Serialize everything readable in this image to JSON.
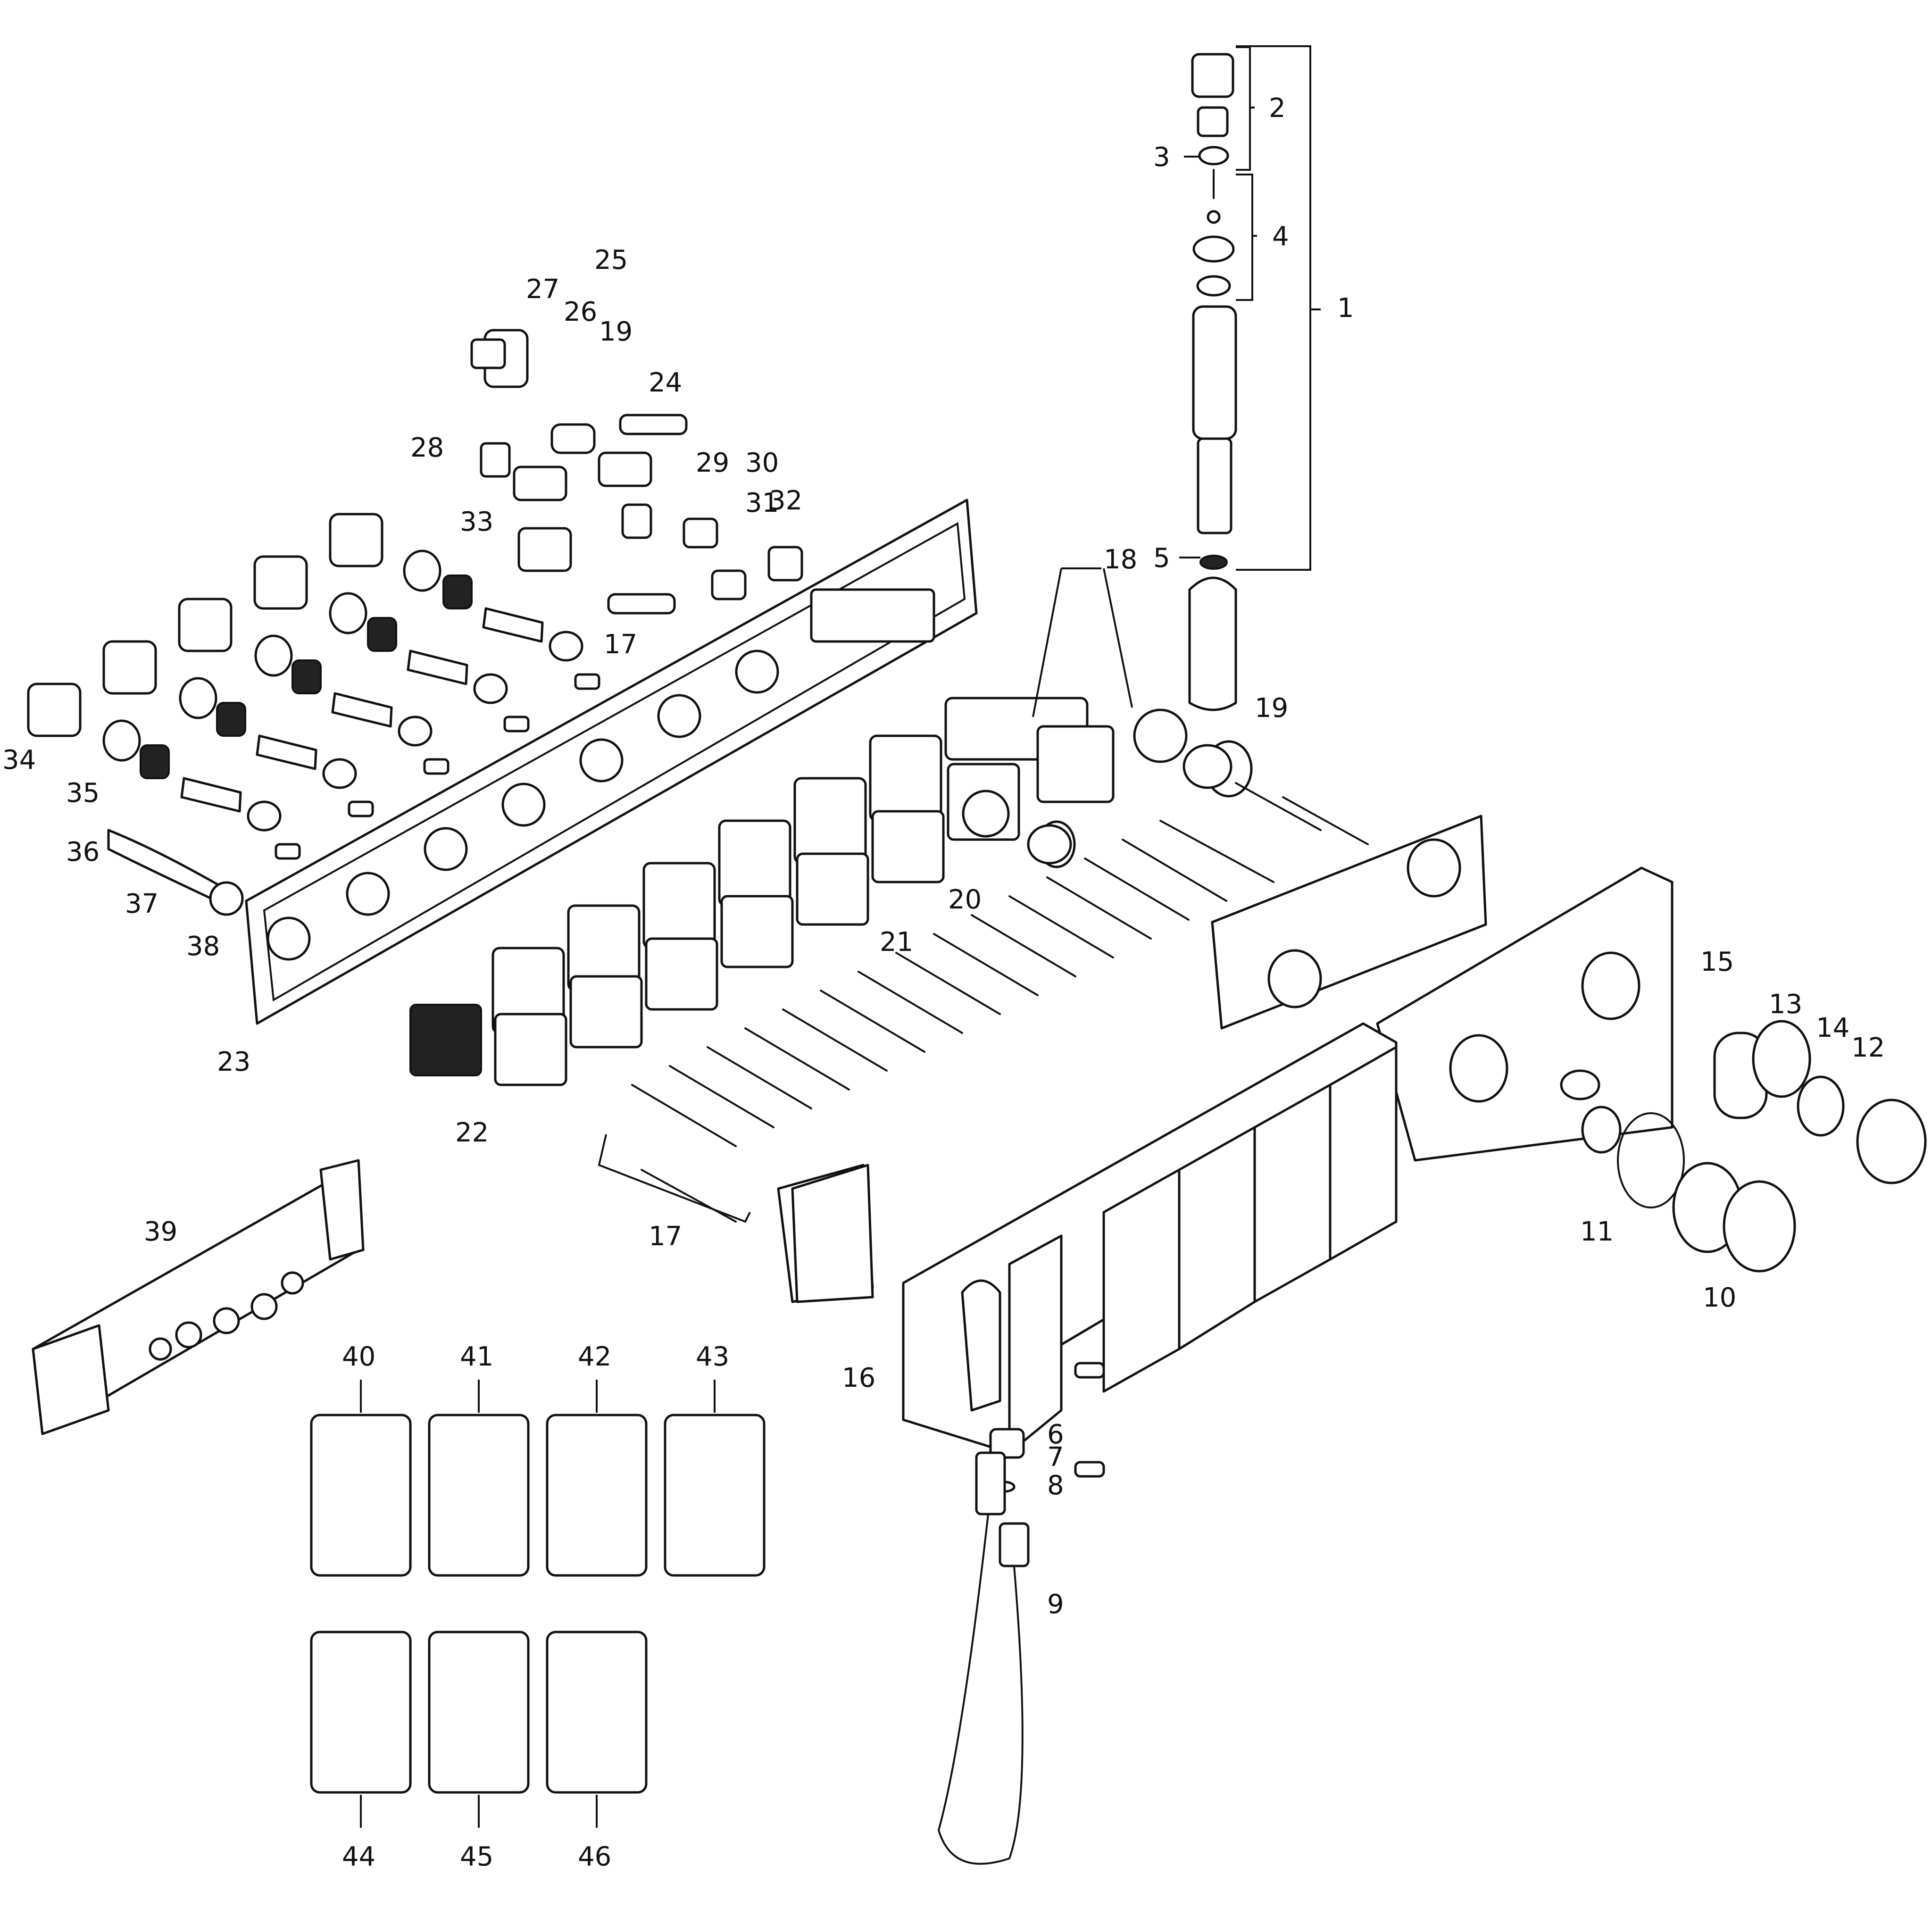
{
  "labels": [
    "1",
    "2",
    "3",
    "4",
    "5",
    "6",
    "7",
    "8",
    "9",
    "10",
    "11",
    "12",
    "13",
    "14",
    "15",
    "16",
    "17",
    "17",
    "18",
    "19",
    "19",
    "20",
    "21",
    "22",
    "23",
    "24",
    "25",
    "26",
    "27",
    "28",
    "29",
    "30",
    "31",
    "32",
    "33",
    "34",
    "35",
    "36",
    "37",
    "38",
    "39",
    "40",
    "41",
    "42",
    "43",
    "44",
    "45",
    "46"
  ],
  "colors": {
    "line": "#111111",
    "background": "#ffffff"
  }
}
